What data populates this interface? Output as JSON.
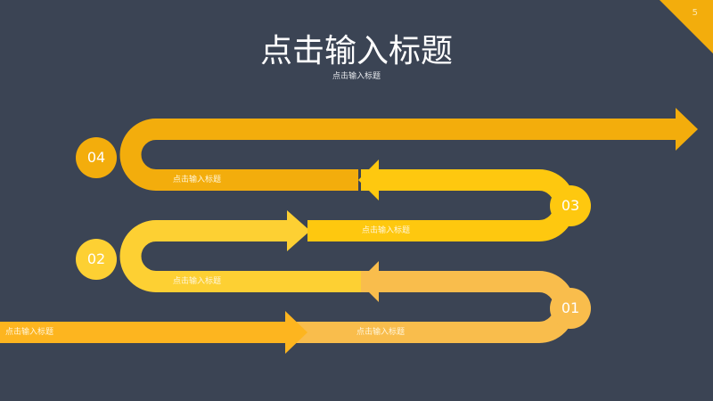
{
  "slide": {
    "page_number": "5",
    "title": "点击输入标题",
    "subtitle": "点击输入标题"
  },
  "colors": {
    "background": "#3b4454",
    "step1": "#f9bd4c",
    "step2": "#fdd033",
    "step3": "#fec80f",
    "step4": "#f3ad0c",
    "entry": "#fdb51f",
    "corner": "#f3ad0c"
  },
  "steps": [
    {
      "number": "01",
      "label_upper": "点击输入标题",
      "label_lower": "点击输入标题"
    },
    {
      "number": "02",
      "label_upper": "点击输入标题"
    },
    {
      "number": "03",
      "label_lower": "点击输入标题"
    },
    {
      "number": "04",
      "label_lower": "点击输入标题"
    }
  ],
  "entry_label": "点击输入标题"
}
